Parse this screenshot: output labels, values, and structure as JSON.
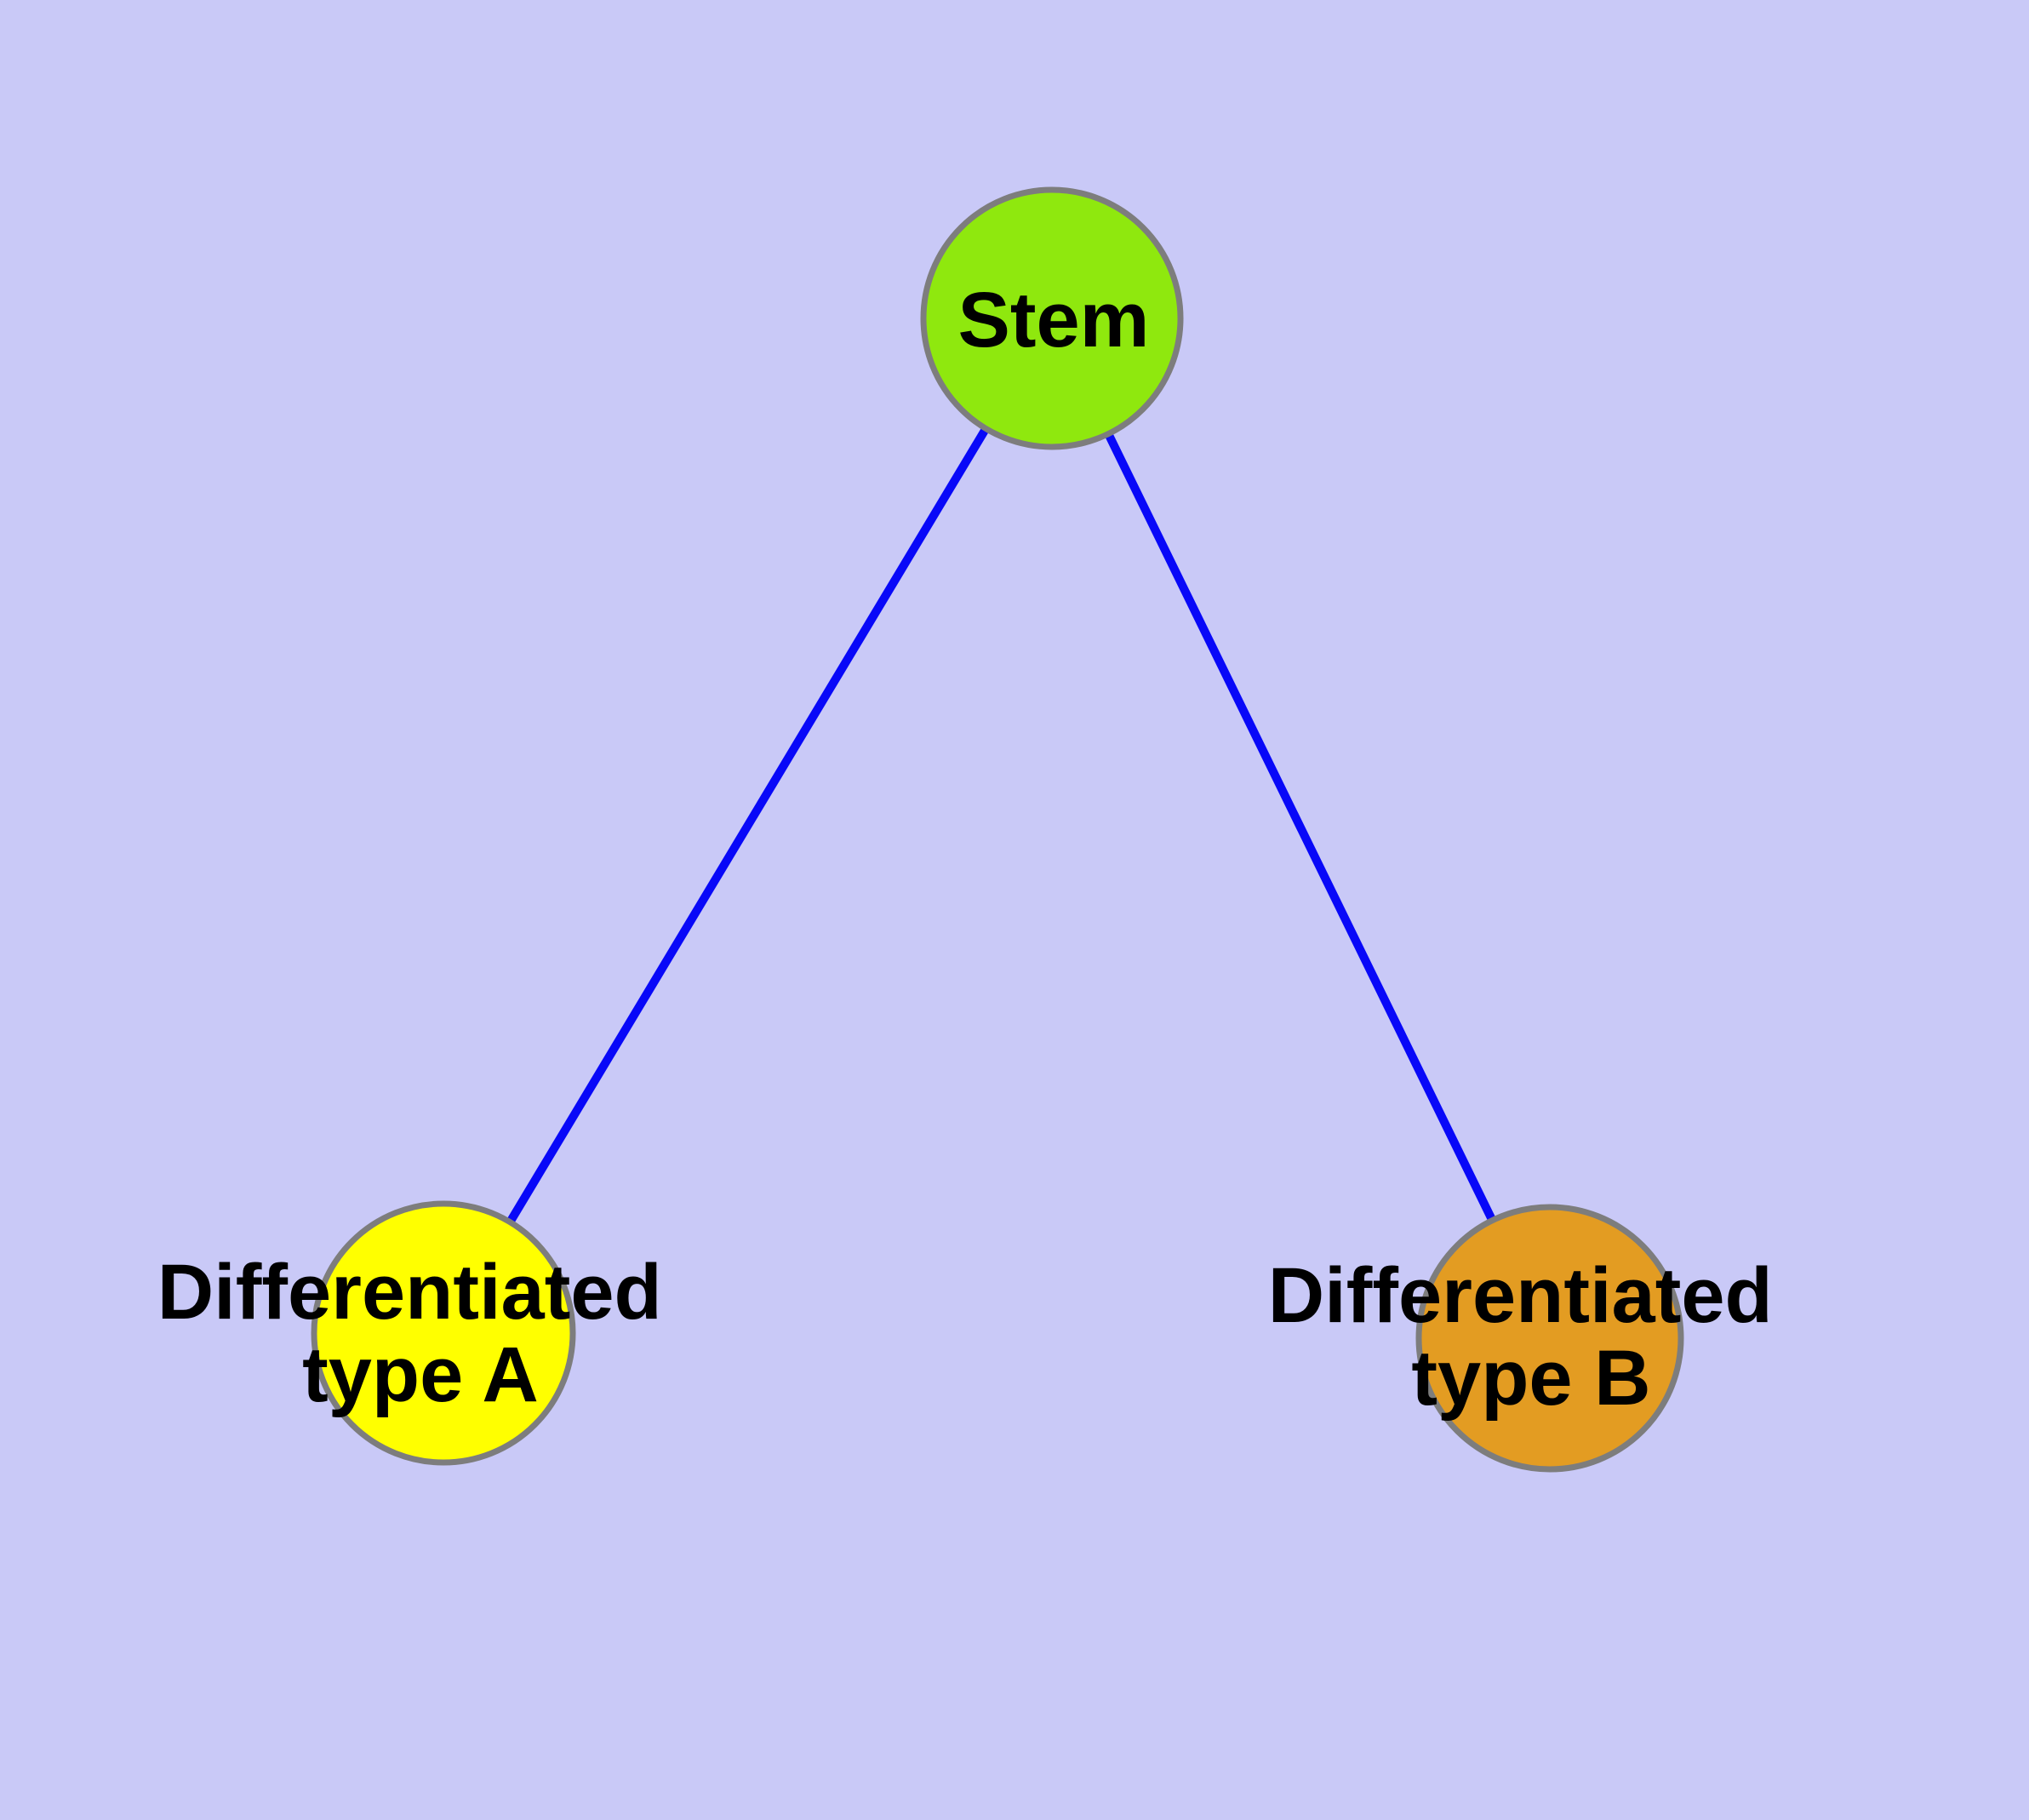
{
  "diagram": {
    "background_color": "#c9c9f7",
    "edge_color": "#0808f8",
    "node_border_color": "#7d7d7d",
    "label_color": "#000000",
    "nodes": [
      {
        "id": "stem",
        "label": "Stem",
        "label_lines": [
          "Stem"
        ],
        "color": "#8fe80e"
      },
      {
        "id": "differentiated-type-a",
        "label": "Differentiated type A",
        "label_lines": [
          "Differentiated",
          "type A"
        ],
        "color": "#ffff00"
      },
      {
        "id": "differentiated-type-b",
        "label": "Differentiated type B",
        "label_lines": [
          "Differentiated",
          "type B"
        ],
        "color": "#e39c22"
      }
    ],
    "edges": [
      {
        "from": "Stem",
        "to": "Differentiated type A"
      },
      {
        "from": "Stem",
        "to": "Differentiated type B"
      }
    ]
  }
}
